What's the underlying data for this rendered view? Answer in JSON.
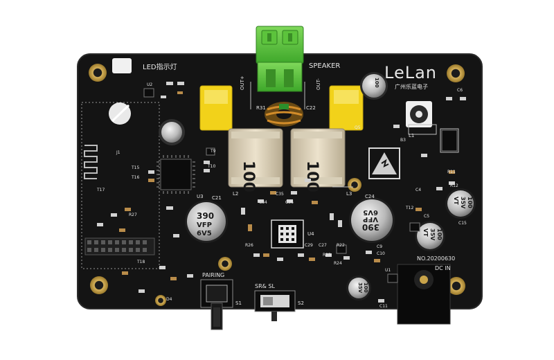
{
  "board": {
    "brand": "LeLan",
    "brand_sub": "广州乐蓝电子",
    "led_label": "LED指示灯",
    "speaker_label": "SPEAKER",
    "pairing_label": "PAIRING",
    "srsl_label": "SR& SL",
    "date_code": "NO.20200630",
    "dc_in_label": "DC IN",
    "inductor_values": [
      "100",
      "100"
    ],
    "cap_left": [
      "390",
      "VFP",
      "6V5"
    ],
    "cap_right": [
      "390",
      "VFP",
      "6V5"
    ],
    "cap_small_1": [
      "100",
      "35V",
      "VT"
    ],
    "cap_small_2": [
      "100",
      "35V",
      "VT"
    ],
    "cap_bottom": [
      "100",
      "35V"
    ],
    "refs": {
      "c21": "C21",
      "c24": "C24",
      "c34": "C34",
      "c35": "C35",
      "c36": "C36",
      "l1": "L1",
      "l2": "L2",
      "l3": "L3",
      "u3": "U3",
      "u4": "U4",
      "u2": "U2",
      "u1": "U1",
      "s1": "S1",
      "s2": "S2",
      "d4": "D4",
      "r31": "R31",
      "c22": "C22",
      "t9": "T9",
      "t10": "T10",
      "t15": "T15",
      "t16": "T16",
      "t17": "T17",
      "t18": "T18",
      "r22": "R22",
      "r23": "R23",
      "r24": "R24",
      "r26": "R26",
      "r27": "R27",
      "c27": "C27",
      "c29": "C29",
      "c9": "C9",
      "c10": "C10",
      "c11": "C11",
      "c15": "C15",
      "c4": "C4",
      "c5": "C5",
      "c6": "C6",
      "r11": "R11",
      "r12": "R12",
      "j1": "J1",
      "b3": "B3",
      "t12": "T12",
      "q5": "Q5",
      "out_pos": "OUT+",
      "out_neg": "OUT-"
    }
  }
}
